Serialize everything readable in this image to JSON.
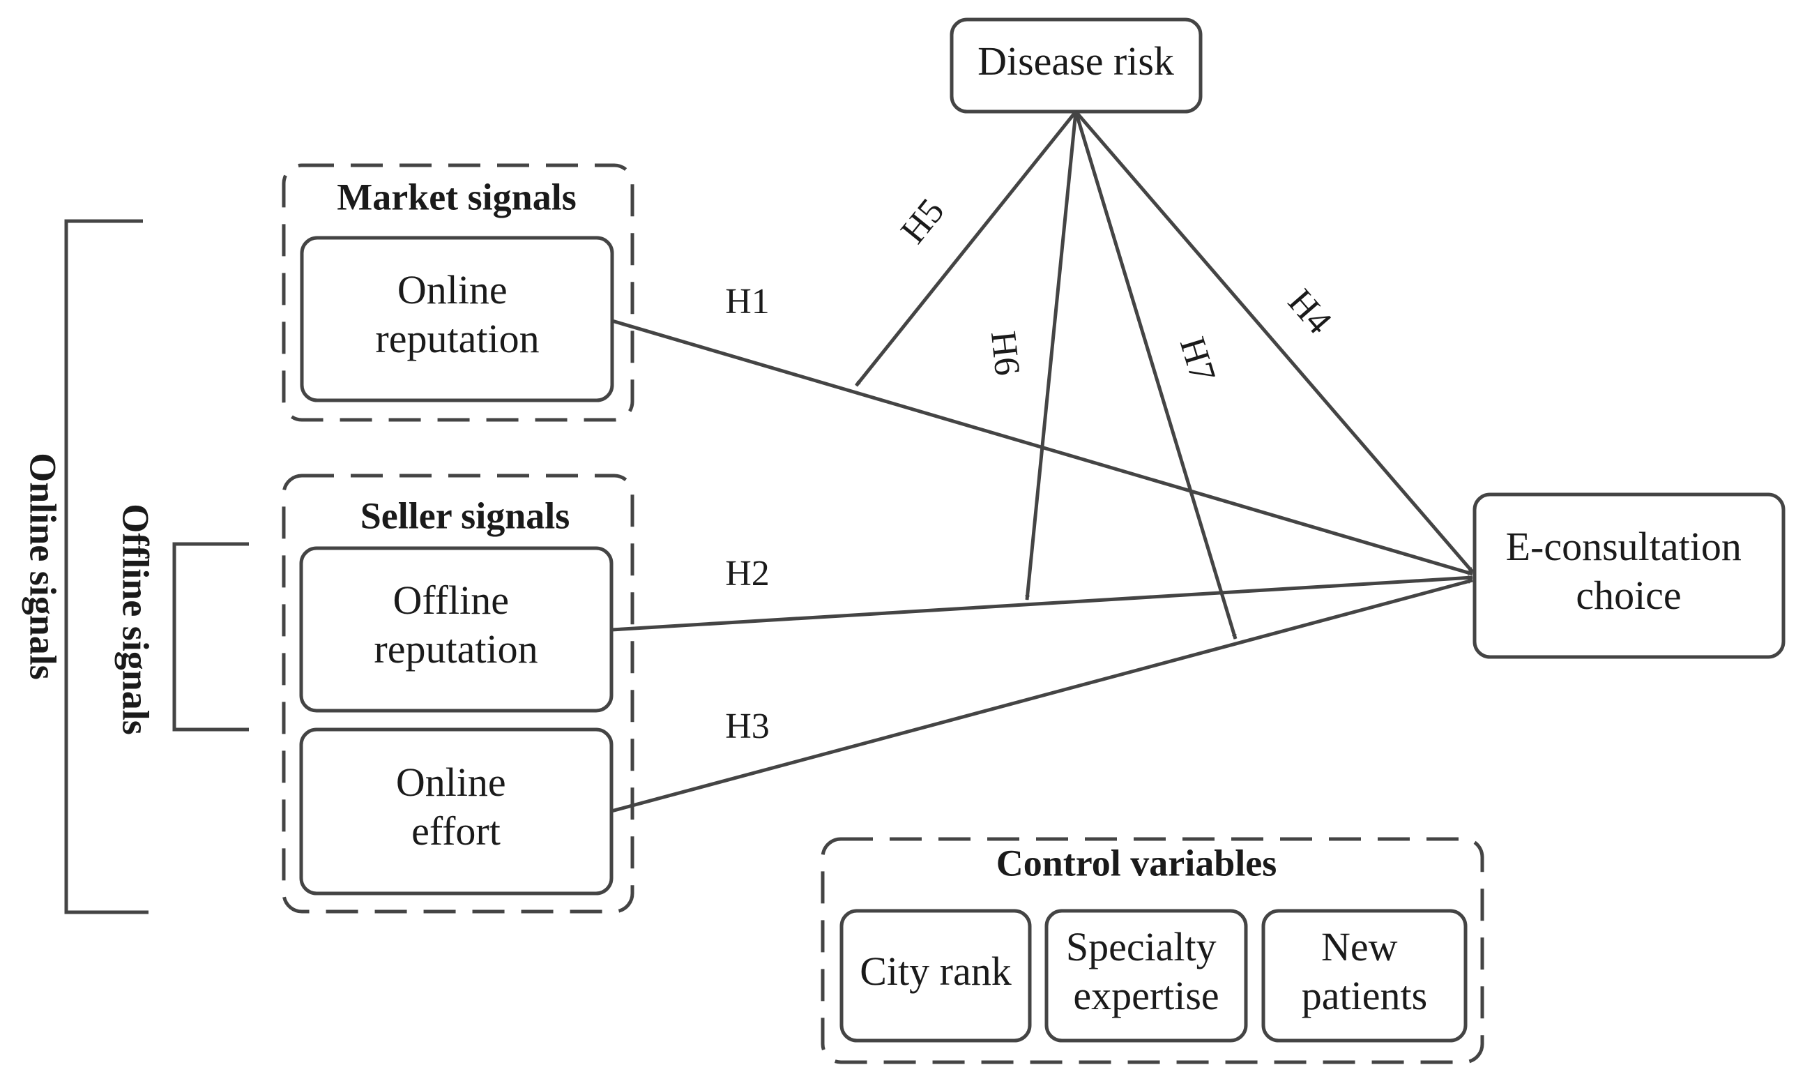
{
  "diagram": {
    "nodes": {
      "disease_risk": [
        "Disease risk"
      ],
      "online_reputation": [
        "Online",
        "reputation"
      ],
      "offline_reputation": [
        "Offline",
        "reputation"
      ],
      "online_effort": [
        "Online",
        "effort"
      ],
      "e_consultation": [
        "E-consultation",
        "choice"
      ],
      "city_rank": [
        "City rank"
      ],
      "specialty_expertise": [
        "Specialty",
        "expertise"
      ],
      "new_patients": [
        "New",
        "patients"
      ]
    },
    "groups": {
      "market_signals": "Market signals",
      "seller_signals": "Seller signals",
      "control_variables": "Control variables"
    },
    "side_labels": {
      "online_signals": "Online signals",
      "offline_signals": "Offline signals"
    },
    "hypotheses": {
      "h1": "H1",
      "h2": "H2",
      "h3": "H3",
      "h4": "H4",
      "h5": "H5",
      "h6": "H6",
      "h7": "H7"
    },
    "colors": {
      "stroke": "#444444",
      "text": "#1a1a1a",
      "background": "#ffffff"
    }
  }
}
